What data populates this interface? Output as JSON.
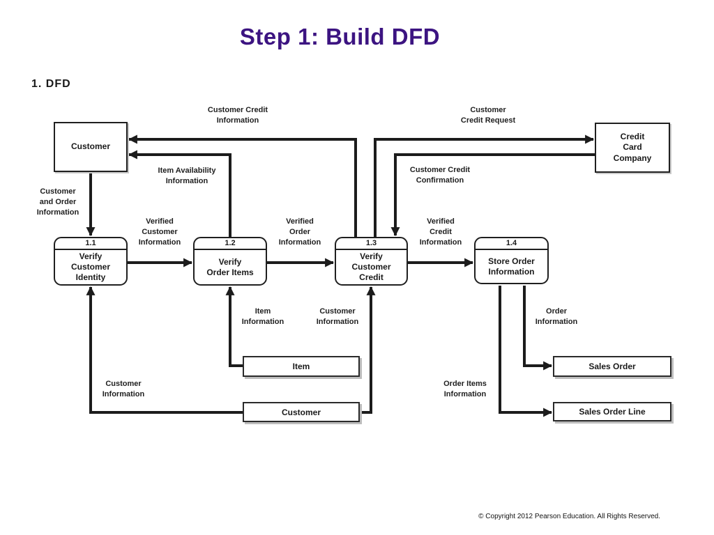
{
  "slide": {
    "title": "Step 1: Build DFD",
    "title_color": "#3c1481",
    "step_label": "1. DFD",
    "copyright": "© Copyright 2012 Pearson Education. All Rights Reserved.",
    "line_color": "#1c1c1c"
  },
  "diagram": {
    "entities": [
      {
        "id": "customer",
        "label": "Customer"
      },
      {
        "id": "credit-card-company",
        "label": "Credit\nCard\nCompany"
      }
    ],
    "processes": [
      {
        "id": "p-1-1",
        "number": "1.1",
        "label": "Verify\nCustomer\nIdentity"
      },
      {
        "id": "p-1-2",
        "number": "1.2",
        "label": "Verify\nOrder Items"
      },
      {
        "id": "p-1-3",
        "number": "1.3",
        "label": "Verify\nCustomer\nCredit"
      },
      {
        "id": "p-1-4",
        "number": "1.4",
        "label": "Store Order\nInformation"
      }
    ],
    "stores": [
      {
        "id": "item",
        "label": "Item"
      },
      {
        "id": "customer-store",
        "label": "Customer"
      },
      {
        "id": "sales-order",
        "label": "Sales Order"
      },
      {
        "id": "sales-order-line",
        "label": "Sales Order Line"
      }
    ],
    "flows": [
      {
        "from": "Customer",
        "to": "1.1 Verify Customer Identity",
        "label": "Customer\nand Order\nInformation"
      },
      {
        "from": "1.1 Verify Customer Identity",
        "to": "1.2 Verify Order Items",
        "label": "Verified\nCustomer\nInformation"
      },
      {
        "from": "1.2 Verify Order Items",
        "to": "1.3 Verify Customer Credit",
        "label": "Verified\nOrder\nInformation"
      },
      {
        "from": "1.3 Verify Customer Credit",
        "to": "1.4 Store Order Information",
        "label": "Verified\nCredit\nInformation"
      },
      {
        "from": "1.2 Verify Order Items",
        "to": "Customer",
        "label": "Item Availability\nInformation"
      },
      {
        "from": "1.3 Verify Customer Credit",
        "to": "Customer",
        "label": "Customer Credit\nInformation"
      },
      {
        "from": "1.3 Verify Customer Credit",
        "to": "Credit Card Company",
        "label": "Customer\nCredit Request"
      },
      {
        "from": "Credit Card Company",
        "to": "1.3 Verify Customer Credit",
        "label": "Customer Credit\nConfirmation"
      },
      {
        "from": "Customer (store)",
        "to": "1.1 Verify Customer Identity",
        "label": "Customer\nInformation"
      },
      {
        "from": "Item (store)",
        "to": "1.2 Verify Order Items",
        "label": "Item\nInformation"
      },
      {
        "from": "Customer (store)",
        "to": "1.3 Verify Customer Credit",
        "label": "Customer\nInformation"
      },
      {
        "from": "1.4 Store Order Information",
        "to": "Sales Order (store)",
        "label": "Order\nInformation"
      },
      {
        "from": "1.4 Store Order Information",
        "to": "Sales Order Line (store)",
        "label": "Order Items\nInformation"
      }
    ]
  }
}
